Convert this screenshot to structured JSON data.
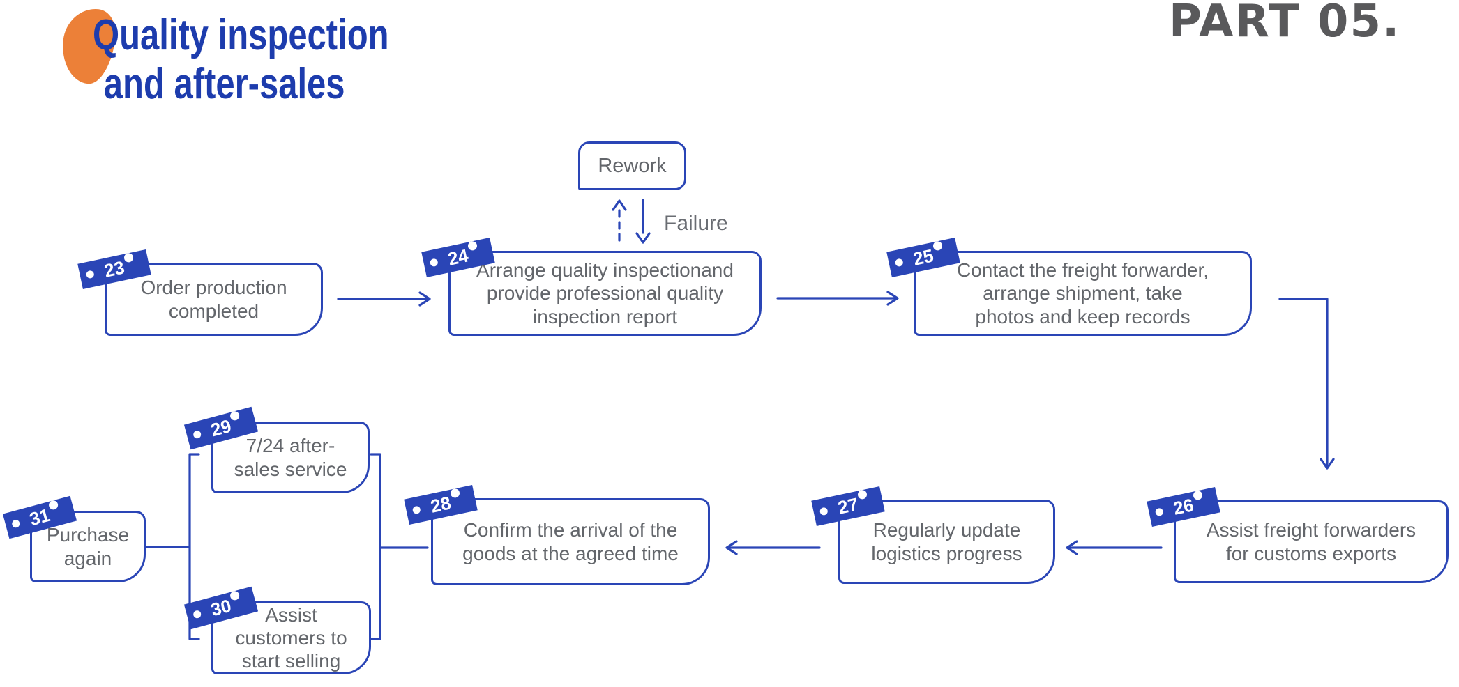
{
  "header": {
    "title_line1": "Quality inspection",
    "title_line2": "and after-sales",
    "part_label": "PART 05."
  },
  "rework": {
    "label": "Rework",
    "failure_label": "Failure"
  },
  "nodes": [
    {
      "number": "23",
      "lines": [
        "Order production",
        "completed"
      ]
    },
    {
      "number": "24",
      "lines": [
        "Arrange quality inspectionand",
        "provide professional quality",
        "inspection report"
      ]
    },
    {
      "number": "25",
      "lines": [
        "Contact the freight forwarder,",
        "arrange shipment, take",
        "photos and keep records"
      ]
    },
    {
      "number": "26",
      "lines": [
        "Assist freight forwarders",
        "for customs exports"
      ]
    },
    {
      "number": "27",
      "lines": [
        "Regularly update",
        "logistics progress"
      ]
    },
    {
      "number": "28",
      "lines": [
        "Confirm the arrival of the",
        "goods at the agreed time"
      ]
    },
    {
      "number": "29",
      "lines": [
        "7/24 after-",
        "sales service"
      ]
    },
    {
      "number": "30",
      "lines": [
        "Assist",
        "customers to",
        "start selling"
      ]
    },
    {
      "number": "31",
      "lines": [
        "Purchase",
        "again"
      ]
    }
  ],
  "colors": {
    "primary_blue": "#2a45b6",
    "title_blue": "#1d3cad",
    "accent_orange": "#ec8038",
    "text_gray": "#63666b",
    "part_gray": "#59595b"
  }
}
